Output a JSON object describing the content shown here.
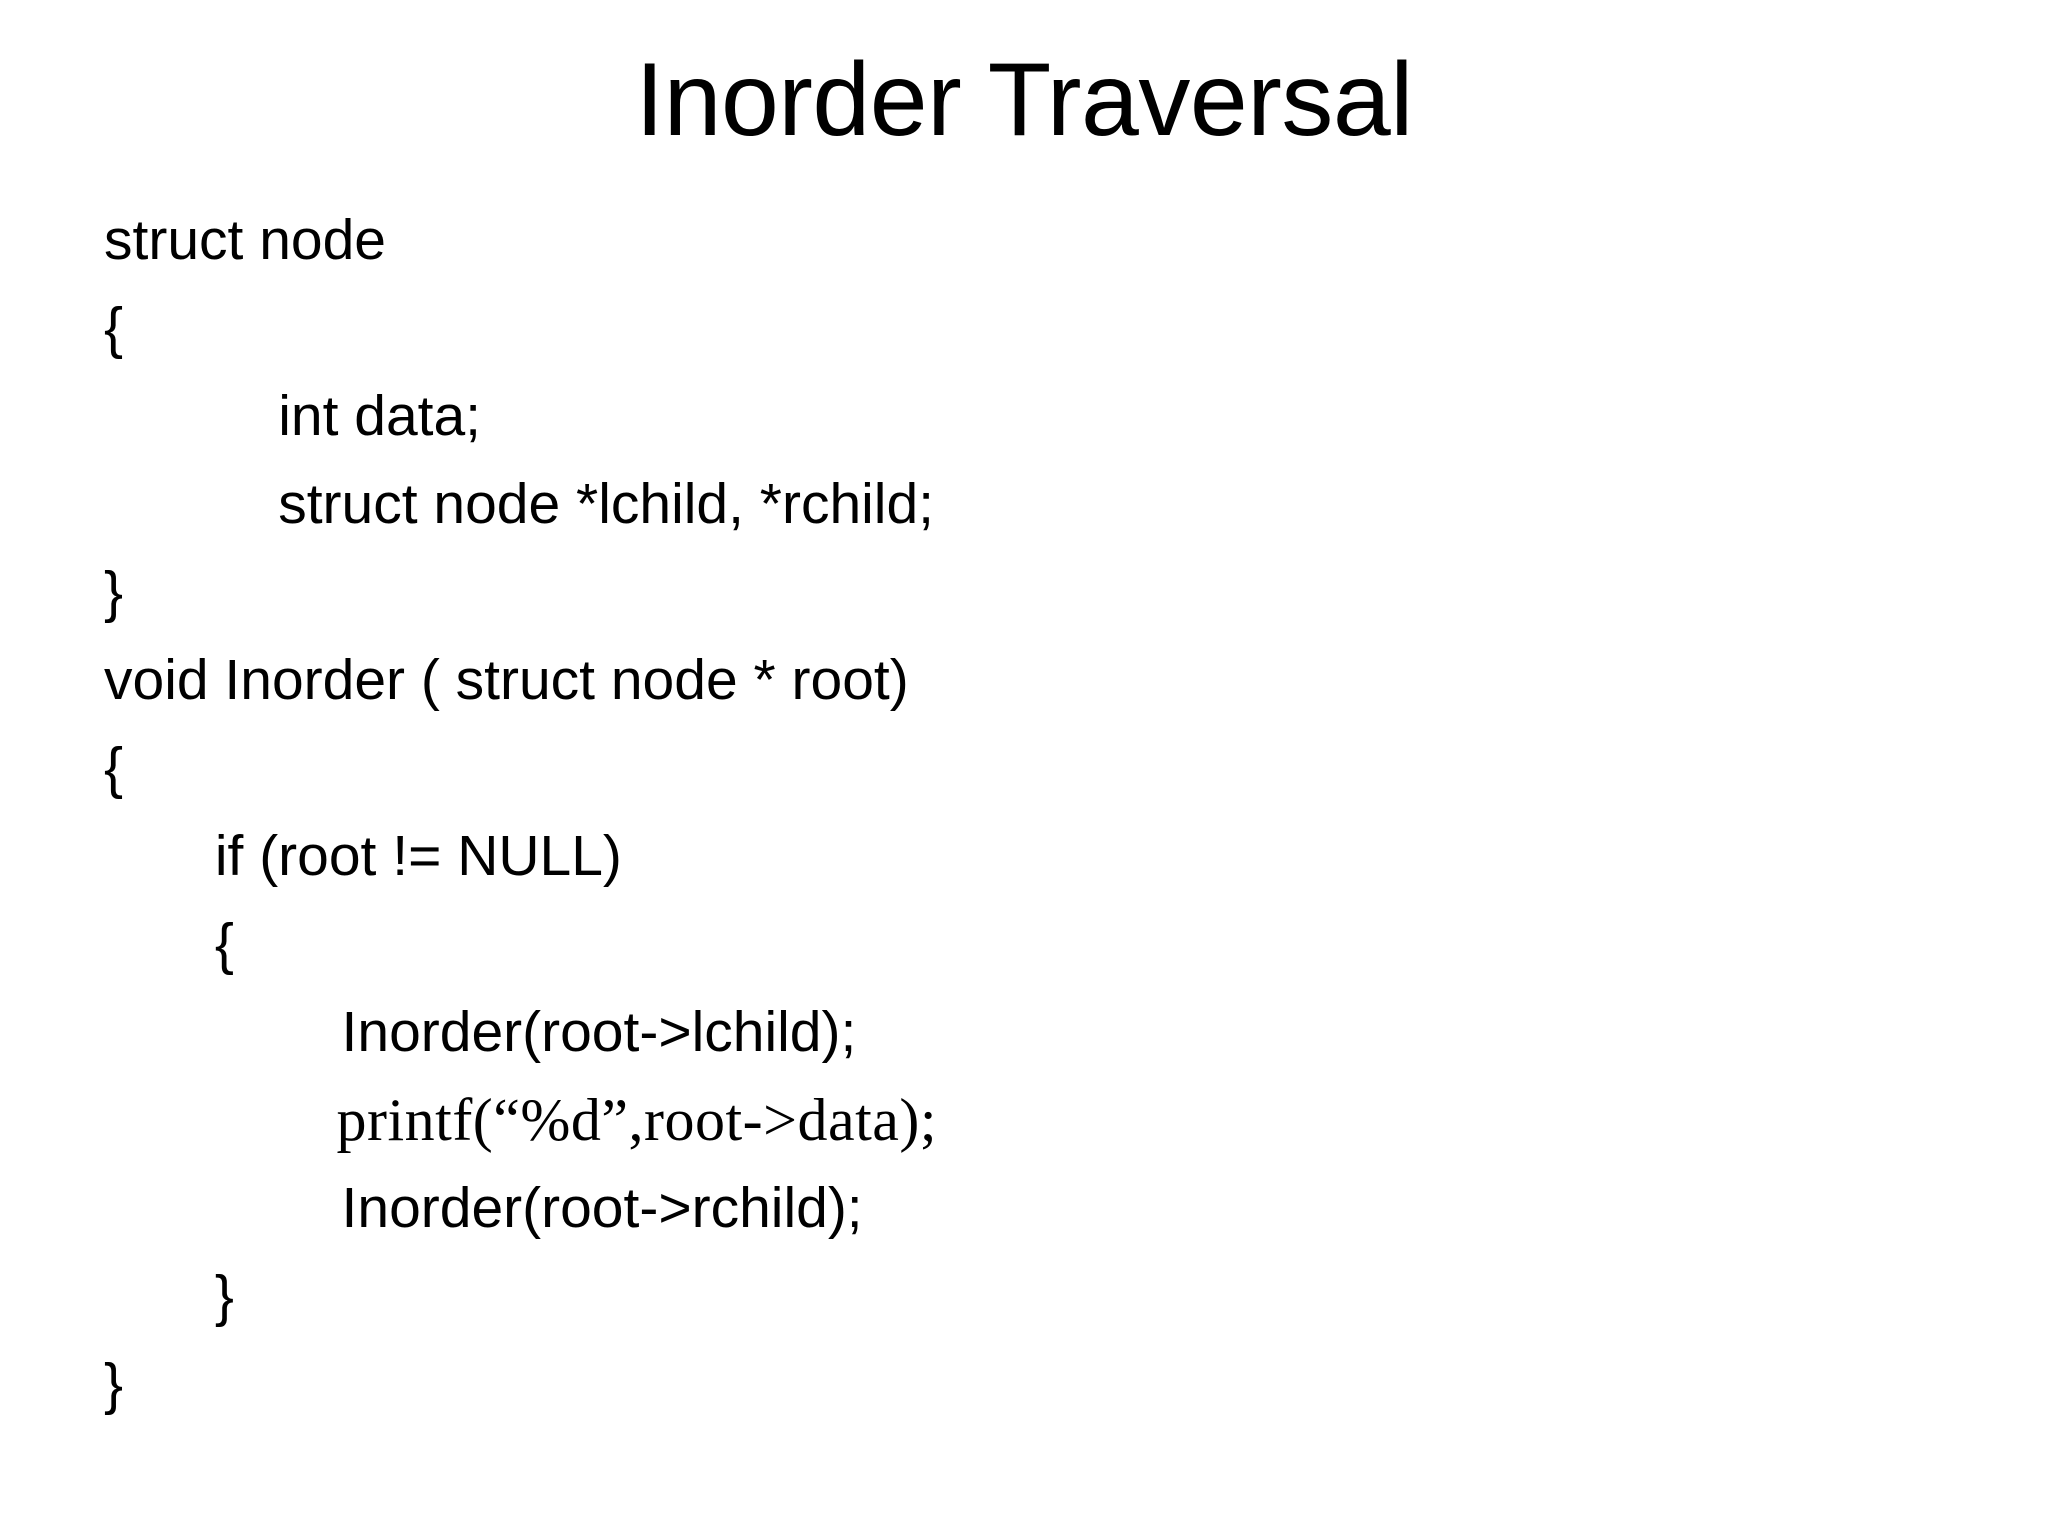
{
  "slide": {
    "title": "Inorder Traversal",
    "background_color": "#ffffff",
    "text_color": "#000000",
    "code_lines": [
      {
        "text": "struct node",
        "style": "sans"
      },
      {
        "text": "{",
        "style": "sans"
      },
      {
        "text": "           int data;",
        "style": "sans"
      },
      {
        "text": "           struct node *lchild, *rchild;",
        "style": "sans"
      },
      {
        "text": "}",
        "style": "sans"
      },
      {
        "text": "void Inorder ( struct node * root)",
        "style": "sans"
      },
      {
        "text": "{",
        "style": "sans"
      },
      {
        "text": "       if (root != NULL)",
        "style": "sans"
      },
      {
        "text": "       {",
        "style": "sans"
      },
      {
        "text": "               Inorder(root->lchild);",
        "style": "sans"
      },
      {
        "text": "               printf(“%d”,root->data);",
        "style": "serif"
      },
      {
        "text": "               Inorder(root->rchild);",
        "style": "sans"
      },
      {
        "text": "       }",
        "style": "sans"
      },
      {
        "text": "}",
        "style": "sans"
      }
    ]
  }
}
